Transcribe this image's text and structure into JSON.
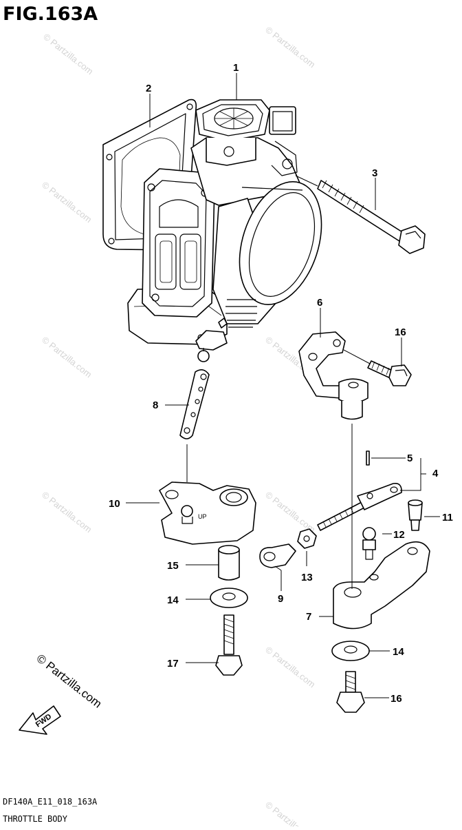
{
  "figure": {
    "title": "FIG.163A",
    "drawing_code": "DF140A_E11_018_163A",
    "caption": "THROTTLE BODY"
  },
  "watermark": {
    "text": "© Partzilla.com",
    "corner_text": "© Partzilla.com"
  },
  "direction_arrow": {
    "label": "FWD"
  },
  "callouts": [
    {
      "id": "c1",
      "label": "1"
    },
    {
      "id": "c2",
      "label": "2"
    },
    {
      "id": "c3",
      "label": "3"
    },
    {
      "id": "c4",
      "label": "4"
    },
    {
      "id": "c5",
      "label": "5"
    },
    {
      "id": "c6",
      "label": "6"
    },
    {
      "id": "c7",
      "label": "7"
    },
    {
      "id": "c8",
      "label": "8"
    },
    {
      "id": "c9",
      "label": "9"
    },
    {
      "id": "c10",
      "label": "10"
    },
    {
      "id": "c11",
      "label": "11"
    },
    {
      "id": "c12",
      "label": "12"
    },
    {
      "id": "c13",
      "label": "13"
    },
    {
      "id": "c14a",
      "label": "14"
    },
    {
      "id": "c14b",
      "label": "14"
    },
    {
      "id": "c15",
      "label": "15"
    },
    {
      "id": "c16a",
      "label": "16"
    },
    {
      "id": "c16b",
      "label": "16"
    },
    {
      "id": "c17",
      "label": "17"
    }
  ],
  "part_marking": "UP"
}
